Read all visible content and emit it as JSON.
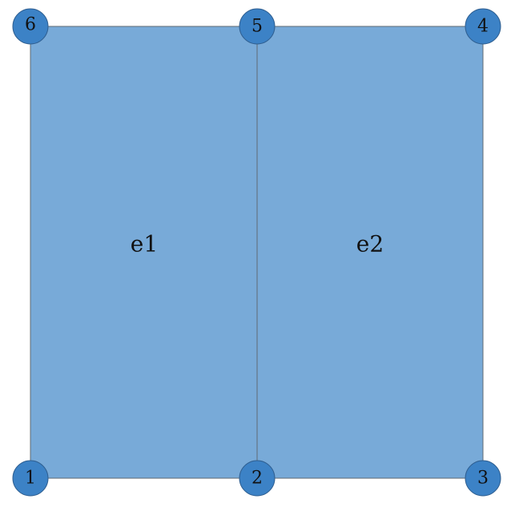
{
  "colors": {
    "element_fill": "#78aad8",
    "node_fill": "#3c82c6"
  },
  "elements": [
    {
      "label": "e1"
    },
    {
      "label": "e2"
    }
  ],
  "nodes": [
    {
      "label": "1"
    },
    {
      "label": "2"
    },
    {
      "label": "3"
    },
    {
      "label": "4"
    },
    {
      "label": "5"
    },
    {
      "label": "6"
    }
  ]
}
